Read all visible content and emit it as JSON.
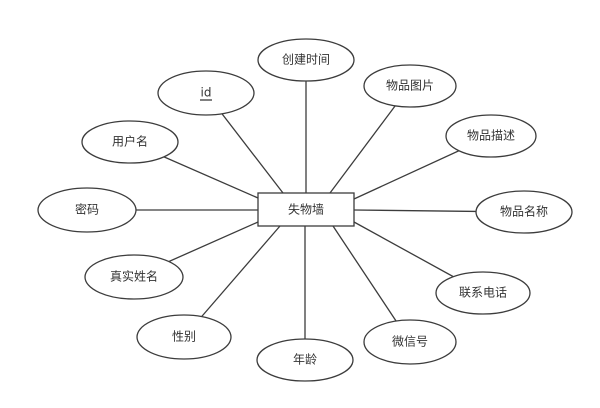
{
  "entity": {
    "label": "失物墙"
  },
  "attributes": [
    {
      "key": "create_time",
      "label": "创建时间",
      "primary_key": false
    },
    {
      "key": "item_image",
      "label": "物品图片",
      "primary_key": false
    },
    {
      "key": "item_desc",
      "label": "物品描述",
      "primary_key": false
    },
    {
      "key": "item_name",
      "label": "物品名称",
      "primary_key": false
    },
    {
      "key": "phone",
      "label": "联系电话",
      "primary_key": false
    },
    {
      "key": "wechat",
      "label": "微信号",
      "primary_key": false
    },
    {
      "key": "age",
      "label": "年龄",
      "primary_key": false
    },
    {
      "key": "gender",
      "label": "性别",
      "primary_key": false
    },
    {
      "key": "real_name",
      "label": "真实姓名",
      "primary_key": false
    },
    {
      "key": "password",
      "label": "密码",
      "primary_key": false
    },
    {
      "key": "username",
      "label": "用户名",
      "primary_key": false
    },
    {
      "key": "id",
      "label": "id",
      "primary_key": true
    }
  ]
}
